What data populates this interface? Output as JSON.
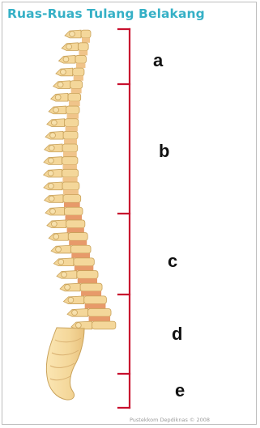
{
  "title": "Ruas-Ruas Tulang Belakang",
  "labels": {
    "a": "a",
    "b": "b",
    "c": "c",
    "d": "d",
    "e": "e"
  },
  "credit": "Pustekkom Depdiknas © 2008",
  "colors": {
    "title": "#35b0c6",
    "bone": "#f4d79a",
    "bone_outline": "#c9a25a",
    "disc": "#e79a6a",
    "bracket": "#c8102e"
  }
}
